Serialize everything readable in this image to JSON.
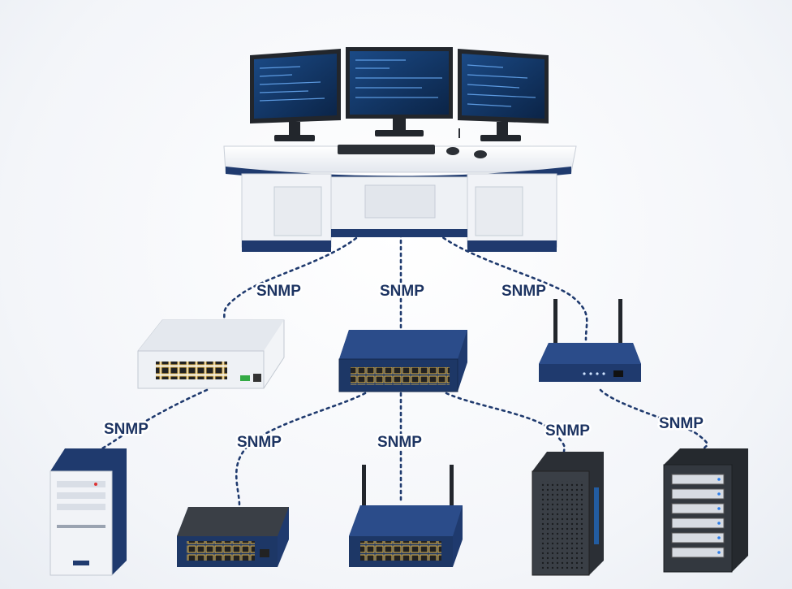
{
  "protocol_label": "SNMP",
  "colors": {
    "navy": "#1f3a6e",
    "white": "#f4f6f9",
    "dark": "#2f3338",
    "screen": "#0d2a52",
    "port": "#e6b84a"
  },
  "nodes": [
    {
      "id": "console",
      "kind": "management-console"
    },
    {
      "id": "switch-white",
      "kind": "switch"
    },
    {
      "id": "switch-blue",
      "kind": "switch"
    },
    {
      "id": "router-top",
      "kind": "wireless-router"
    },
    {
      "id": "pc-tower",
      "kind": "desktop-tower"
    },
    {
      "id": "switch-small",
      "kind": "switch"
    },
    {
      "id": "router-bottom",
      "kind": "wireless-router"
    },
    {
      "id": "server-tower",
      "kind": "server"
    },
    {
      "id": "server-rack",
      "kind": "rack-server"
    }
  ],
  "links": [
    {
      "from": "console",
      "to": "switch-white",
      "label": "SNMP"
    },
    {
      "from": "console",
      "to": "switch-blue",
      "label": "SNMP"
    },
    {
      "from": "console",
      "to": "router-top",
      "label": "SNMP"
    },
    {
      "from": "switch-white",
      "to": "pc-tower",
      "label": "SNMP"
    },
    {
      "from": "switch-blue",
      "to": "switch-small",
      "label": "SNMP"
    },
    {
      "from": "switch-blue",
      "to": "router-bottom",
      "label": "SNMP"
    },
    {
      "from": "switch-blue",
      "to": "server-tower",
      "label": "SNMP"
    },
    {
      "from": "router-top",
      "to": "server-rack",
      "label": "SNMP"
    }
  ]
}
